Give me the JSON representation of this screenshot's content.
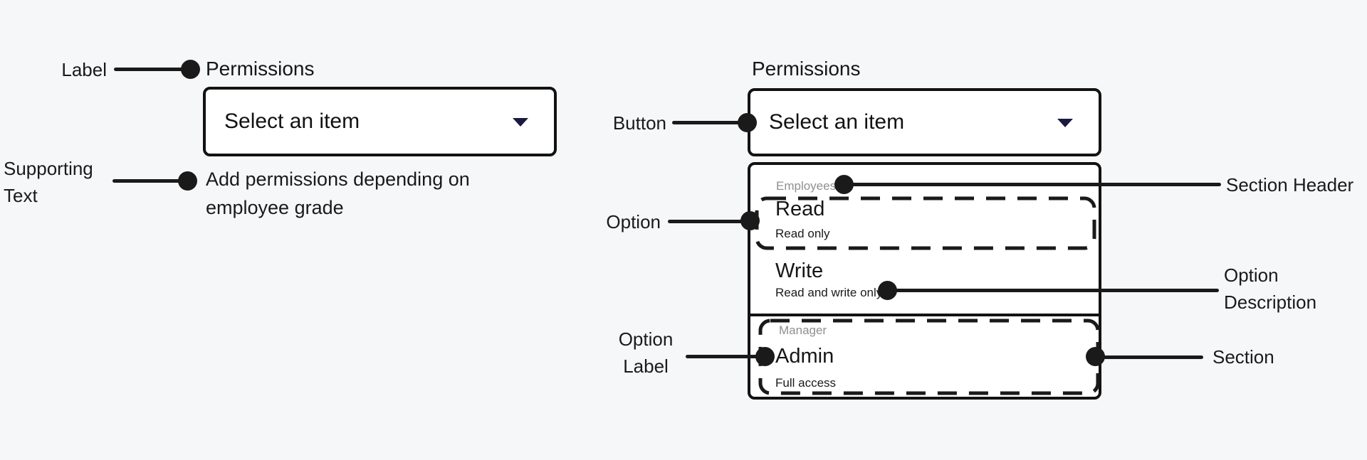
{
  "colors": {
    "background": "#f6f7f9",
    "surface": "#ffffff",
    "ink": "#161616",
    "border": "#121212",
    "muted_header": "#8f8f8f",
    "annotation": "#1a1a1a",
    "chevron": "#1a1a40"
  },
  "icons": {
    "dropdown_chevron": "chevron-down-icon"
  },
  "left_example": {
    "annotations": {
      "label": "Label",
      "supporting_text": "Supporting Text"
    },
    "field": {
      "label": "Permissions",
      "button_text": "Select an item",
      "supporting_text": "Add permissions depending on employee grade"
    }
  },
  "right_example": {
    "annotations": {
      "button": "Button",
      "section_header": "Section Header",
      "option": "Option",
      "option_description": "Option Description",
      "option_label": "Option Label",
      "section": "Section"
    },
    "field": {
      "label": "Permissions",
      "button_text": "Select an item"
    },
    "menu": {
      "sections": [
        {
          "header": "Employees",
          "options": [
            {
              "label": "Read",
              "description": "Read only"
            },
            {
              "label": "Write",
              "description": "Read and write only"
            }
          ]
        },
        {
          "header": "Manager",
          "options": [
            {
              "label": "Admin",
              "description": "Full access"
            }
          ]
        }
      ]
    }
  }
}
